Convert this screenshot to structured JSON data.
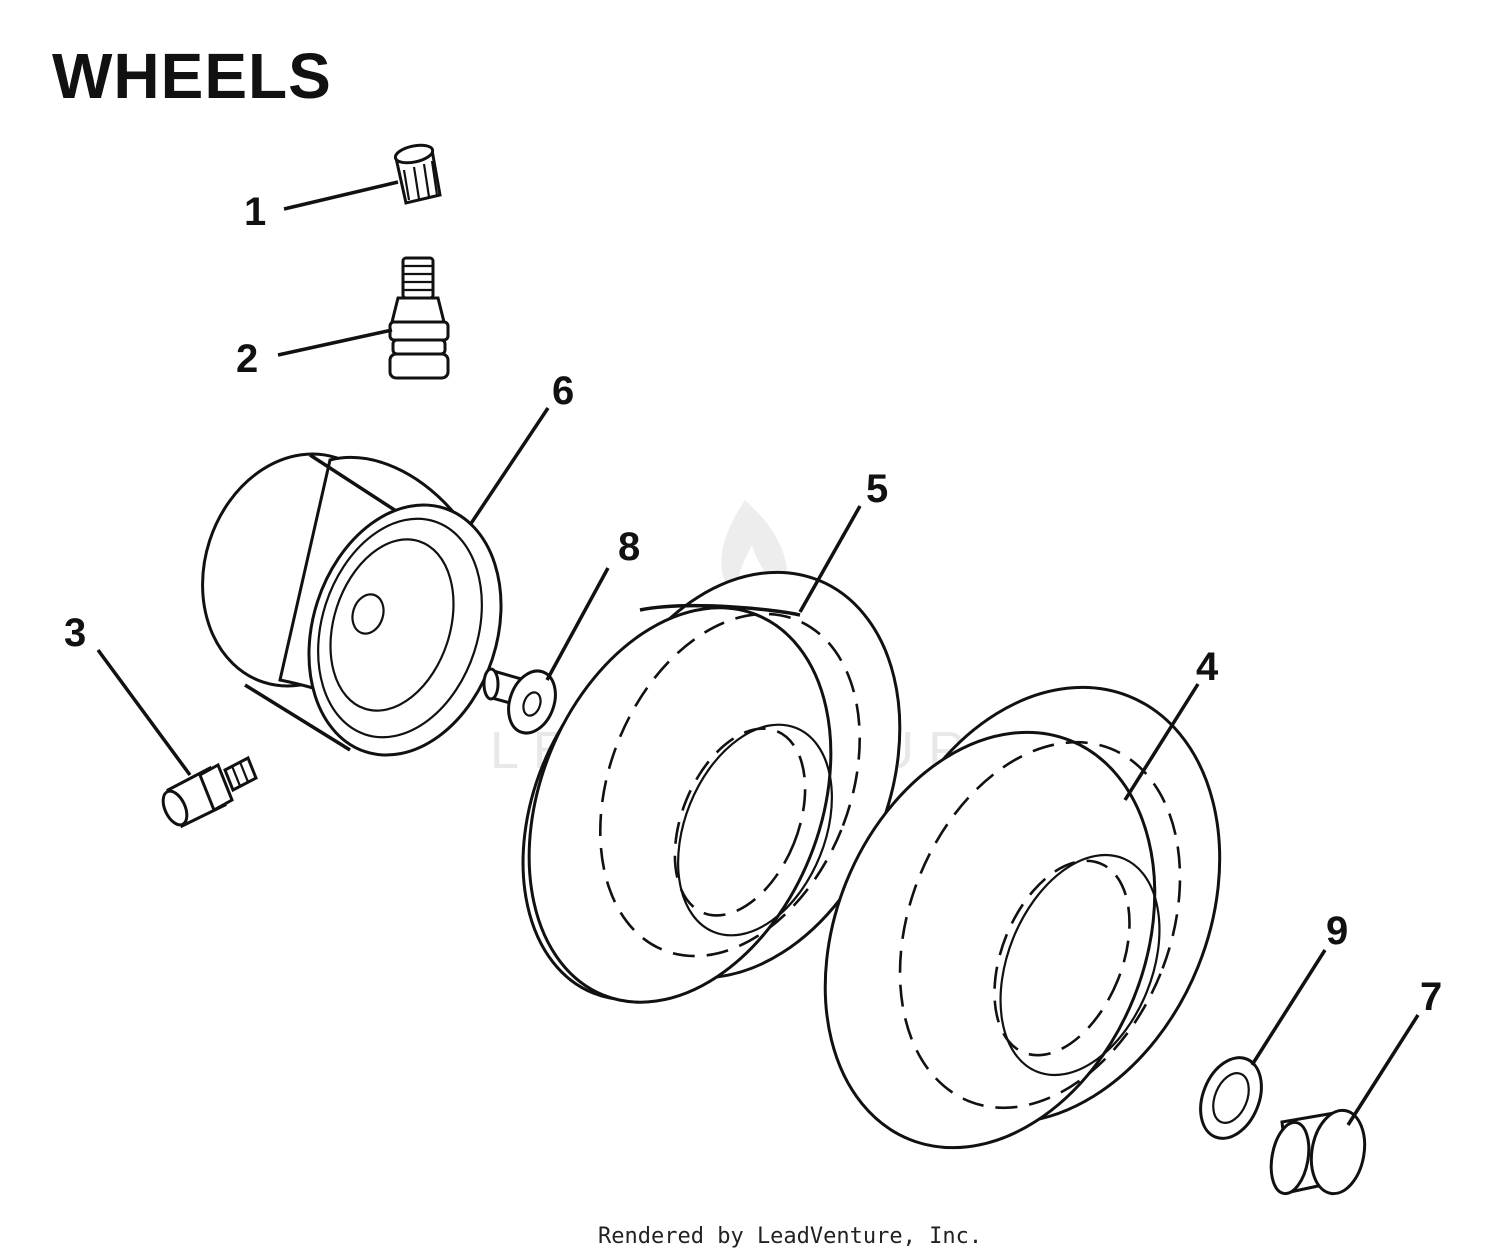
{
  "title": "WHEELS",
  "watermark": "LEADVENTURE",
  "credit": "Rendered by LeadVenture, Inc.",
  "callouts": [
    {
      "id": "1",
      "label": "1"
    },
    {
      "id": "2",
      "label": "2"
    },
    {
      "id": "3",
      "label": "3"
    },
    {
      "id": "4",
      "label": "4"
    },
    {
      "id": "5",
      "label": "5"
    },
    {
      "id": "6",
      "label": "6"
    },
    {
      "id": "7",
      "label": "7"
    },
    {
      "id": "8",
      "label": "8"
    },
    {
      "id": "9",
      "label": "9"
    }
  ],
  "parts": [
    {
      "callout": "1",
      "icon": "valve-cap-icon"
    },
    {
      "callout": "2",
      "icon": "valve-stem-icon"
    },
    {
      "callout": "3",
      "icon": "grease-fitting-icon"
    },
    {
      "callout": "4",
      "icon": "tire-icon"
    },
    {
      "callout": "5",
      "icon": "tire-icon"
    },
    {
      "callout": "6",
      "icon": "wheel-rim-icon"
    },
    {
      "callout": "7",
      "icon": "hub-cap-icon"
    },
    {
      "callout": "8",
      "icon": "bushing-icon"
    },
    {
      "callout": "9",
      "icon": "washer-icon"
    }
  ],
  "colors": {
    "line": "#111111",
    "background": "#ffffff",
    "watermark": "#e6e6e6"
  }
}
